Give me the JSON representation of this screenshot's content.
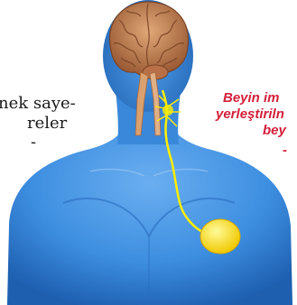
{
  "illustration": {
    "colors": {
      "skin": "#3d8ee0",
      "skin_shadow": "#1e5fb0",
      "skin_light": "#7ab8f5",
      "brain": "#c98a5a",
      "brain_dark": "#8a5030",
      "spine": "#d9a070",
      "nerve": "#ffee00",
      "implant": "#ffe600"
    },
    "labels": {
      "left_line1": "nek saye-",
      "left_line2": "reler",
      "left_line3": "-",
      "caption_line1": "Beyin im",
      "caption_line2": "yerleştiriln",
      "caption_line3": "bey",
      "caption_line4": "-"
    },
    "caption_color": "#d4203a"
  }
}
